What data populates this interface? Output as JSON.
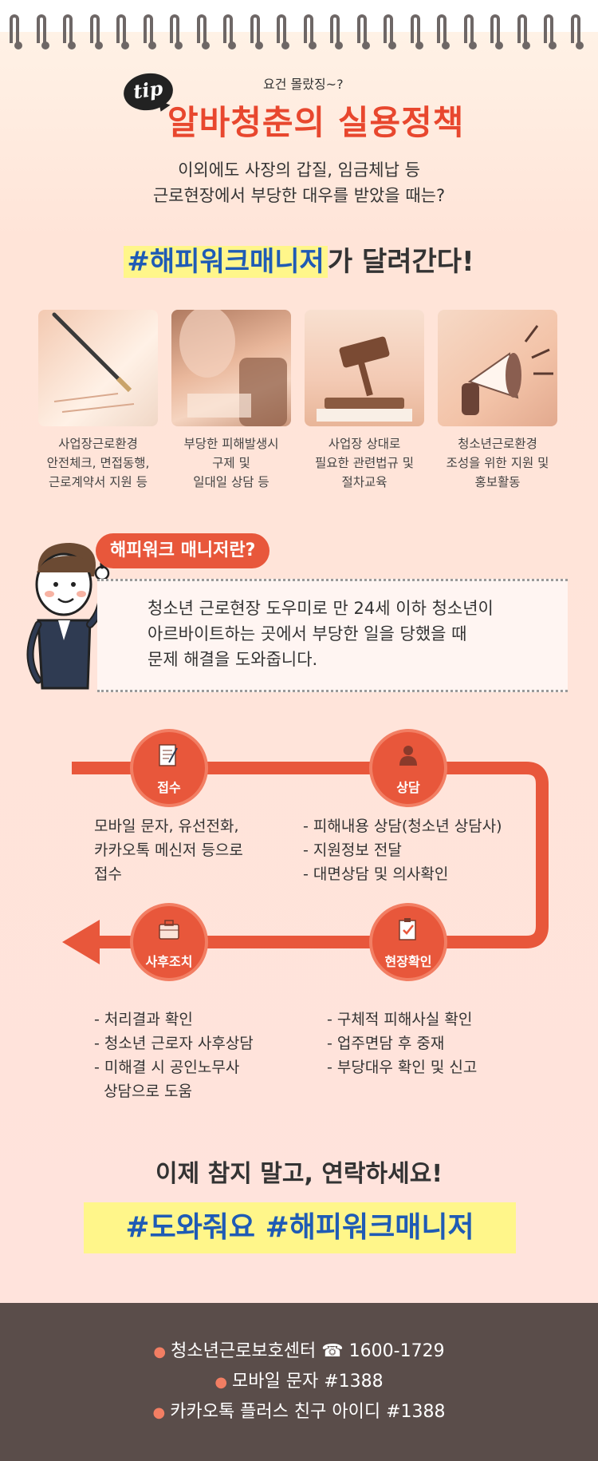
{
  "header": {
    "tip": "tip",
    "small": "요건 몰랐징~?",
    "title": "알바청춘의 실용정책"
  },
  "intro": {
    "line1": "이외에도 사장의 갑질, 임금체납 등",
    "line2": "근로현장에서 부당한 대우를 받았을 때는?"
  },
  "hashtag": {
    "highlight": "#해피워크매니저",
    "rest": "가 달려간다!"
  },
  "cards": [
    {
      "caption": [
        "사업장근로환경",
        "안전체크, 면접동행,",
        "근로계약서 지원 등"
      ]
    },
    {
      "caption": [
        "부당한 피해발생시",
        "구제 및",
        "일대일 상담 등"
      ]
    },
    {
      "caption": [
        "사업장 상대로",
        "필요한 관련법규 및",
        "절차교육"
      ]
    },
    {
      "caption": [
        "청소년근로환경",
        "조성을 위한 지원 및",
        "홍보활동"
      ]
    }
  ],
  "what": {
    "title": "해피워크 매니저란?",
    "lines": [
      "청소년 근로현장 도우미로 만 24세 이하 청소년이",
      "아르바이트하는 곳에서 부당한 일을 당했을 때",
      "문제 해결을 도와줍니다."
    ]
  },
  "flow": {
    "steps": [
      {
        "label": "접수",
        "text": [
          "모바일 문자, 유선전화,",
          "카카오톡 메신저 등으로",
          "접수"
        ]
      },
      {
        "label": "상담",
        "text": [
          "- 피해내용 상담(청소년 상담사)",
          "- 지원정보 전달",
          "- 대면상담 및 의사확인"
        ]
      },
      {
        "label": "현장확인",
        "text": [
          "- 구체적 피해사실 확인",
          "- 업주면담 후 중재",
          "- 부당대우 확인 및 신고"
        ]
      },
      {
        "label": "사후조치",
        "text": [
          "- 처리결과 확인",
          "- 청소년 근로자 사후상담",
          "- 미해결 시 공인노무사",
          "  상담으로 도움"
        ]
      }
    ],
    "accent": "#e8573b"
  },
  "cta": {
    "line1": "이제 참지 말고, 연락하세요!",
    "line2": "#도와줘요 #해피워크매니저"
  },
  "footer": {
    "lines": [
      "청소년근로보호센터 ☎ 1600-1729",
      "모바일 문자 #1388",
      "카카오톡 플러스 친구 아이디 #1388"
    ]
  }
}
